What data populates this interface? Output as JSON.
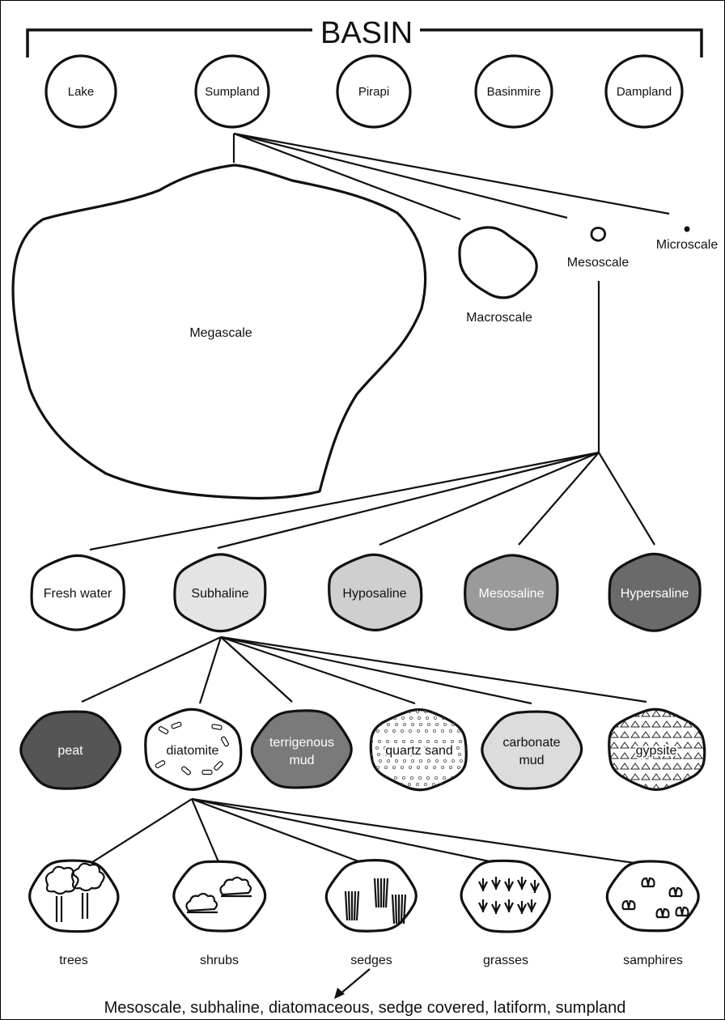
{
  "title": "BASIN",
  "basin_types": [
    "Lake",
    "Sumpland",
    "Pirapi",
    "Basinmire",
    "Dampland"
  ],
  "scales": {
    "mega": "Megascale",
    "macro": "Macroscale",
    "meso": "Mesoscale",
    "micro": "Microscale"
  },
  "salinity": [
    {
      "label": "Fresh water",
      "fill": "#ffffff",
      "text": "#111111"
    },
    {
      "label": "Subhaline",
      "fill": "#e4e4e4",
      "text": "#111111"
    },
    {
      "label": "Hyposaline",
      "fill": "#cfcfcf",
      "text": "#111111"
    },
    {
      "label": "Mesosaline",
      "fill": "#9a9a9a",
      "text": "#ffffff"
    },
    {
      "label": "Hypersaline",
      "fill": "#6a6a6a",
      "text": "#ffffff"
    }
  ],
  "sediments": [
    {
      "label": "peat",
      "fill": "#555555",
      "text": "#ffffff"
    },
    {
      "label": "diatomite",
      "fill": "#ffffff",
      "text": "#111111"
    },
    {
      "label": "terrigenous mud",
      "fill": "#7a7a7a",
      "text": "#ffffff"
    },
    {
      "label": "quartz sand",
      "fill": "#ffffff",
      "text": "#111111"
    },
    {
      "label": "carbonate mud",
      "fill": "#dcdcdc",
      "text": "#111111"
    },
    {
      "label": "gypsite",
      "fill": "#ffffff",
      "text": "#111111"
    }
  ],
  "vegetation": [
    "trees",
    "shrubs",
    "sedges",
    "grasses",
    "samphires"
  ],
  "example": "Mesoscale, subhaline, diatomaceous, sedge covered, latiform, sumpland"
}
